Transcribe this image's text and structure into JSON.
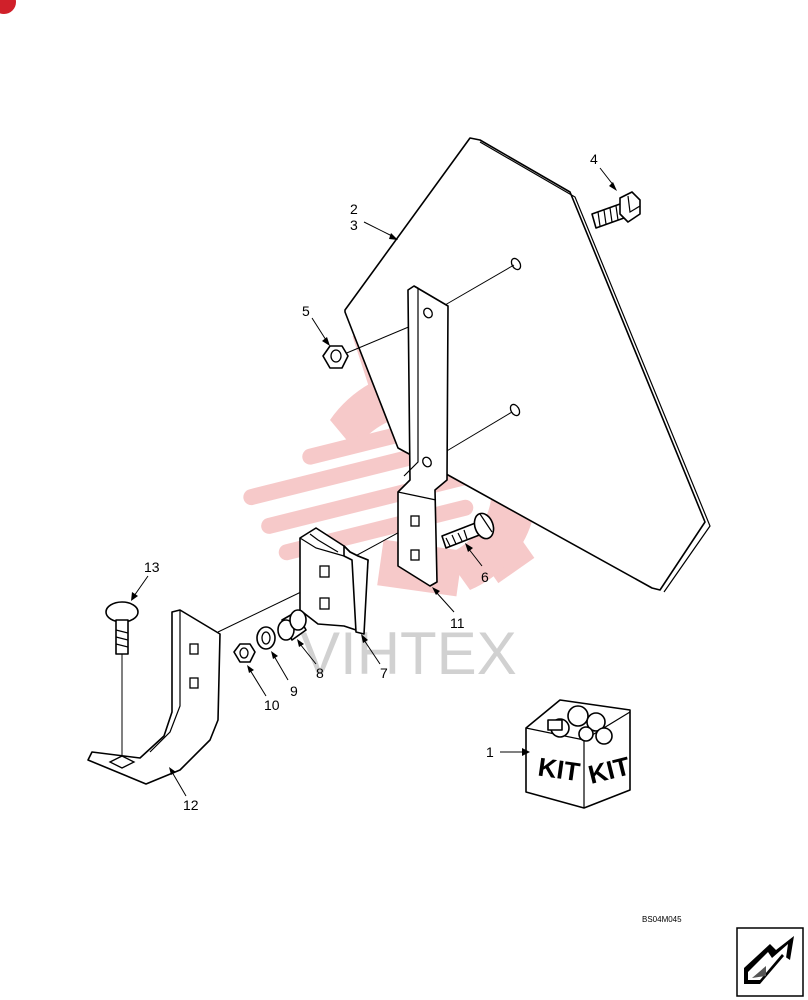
{
  "diagram": {
    "callouts": {
      "c1": "1",
      "c2": "2",
      "c3": "3",
      "c4": "4",
      "c5": "5",
      "c6": "6",
      "c7": "7",
      "c8": "8",
      "c9": "9",
      "c10": "10",
      "c11": "11",
      "c12": "12",
      "c13": "13"
    },
    "kit_label_left": "KIT",
    "kit_label_right": "KIT",
    "drawing_ref": "BS04M045",
    "watermark_text": "VIHTEX"
  },
  "colors": {
    "watermark": "#f6c7c7",
    "corner_badge": "#d0202a",
    "line": "#000000"
  },
  "icons": {
    "nav_button": "next-page-arrow-icon",
    "corner_badge": "corner-logo-icon"
  }
}
